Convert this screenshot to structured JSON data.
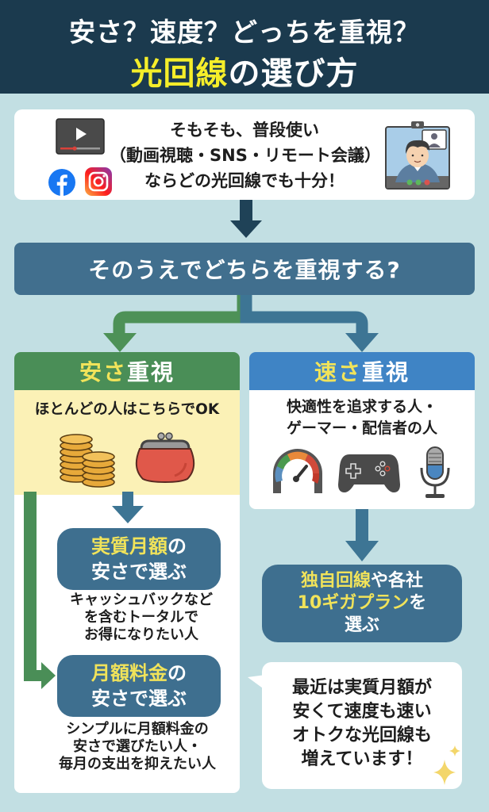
{
  "header": {
    "line1": "安さ？速度？どっちを重視？",
    "line2_highlight": "光回線",
    "line2_rest": "の選び方"
  },
  "intro": {
    "lines": [
      "そもそも、普段使い",
      "（動画視聴・SNS・リモート会議）",
      "ならどの光回線でも十分！"
    ],
    "icons": [
      "video-player-icon",
      "facebook-icon",
      "instagram-icon",
      "video-call-icon"
    ]
  },
  "question": {
    "label": "そのうえでどちらを重視する?"
  },
  "left_branch": {
    "title_highlight": "安さ",
    "title_rest": "重視",
    "subtitle": "ほとんどの人はこちらでOK",
    "icons": [
      "coins-icon",
      "coin-purse-icon"
    ],
    "options": [
      {
        "title_highlight": "実質月額",
        "title_mid": "の",
        "title_rest": "安さで選ぶ",
        "description": [
          "キャッシュバックなど",
          "を含むトータルで",
          "お得になりたい人"
        ]
      },
      {
        "title_highlight": "月額料金",
        "title_mid": "の",
        "title_rest": "安さで選ぶ",
        "description": [
          "シンプルに月額料金の",
          "安さで選びたい人・",
          "毎月の支出を抑えたい人"
        ]
      }
    ]
  },
  "right_branch": {
    "title_highlight": "速さ",
    "title_rest": "重視",
    "subtitle": [
      "快適性を追求する人・",
      "ゲーマー・配信者の人"
    ],
    "icons": [
      "speedometer-icon",
      "gamepad-icon",
      "microphone-icon"
    ],
    "result": {
      "line1_highlight": "独自回線",
      "line1_rest": "や各社",
      "line2_highlight": "10ギガプラン",
      "line2_rest": "を",
      "line3": "選ぶ"
    }
  },
  "bubble": {
    "lines": [
      "最近は実質月額が",
      "安くて速度も速い",
      "オトクな光回線も",
      "増えています！"
    ]
  },
  "colors": {
    "background": "#c2dfe3",
    "header": "#1b3a4e",
    "highlight_yellow": "#f5ee2a",
    "question_bar": "#416f8e",
    "green": "#4a8e57",
    "blue_header": "#3f84c5",
    "pill": "#3e6f8f",
    "yellow_panel": "#fbf1b6"
  }
}
